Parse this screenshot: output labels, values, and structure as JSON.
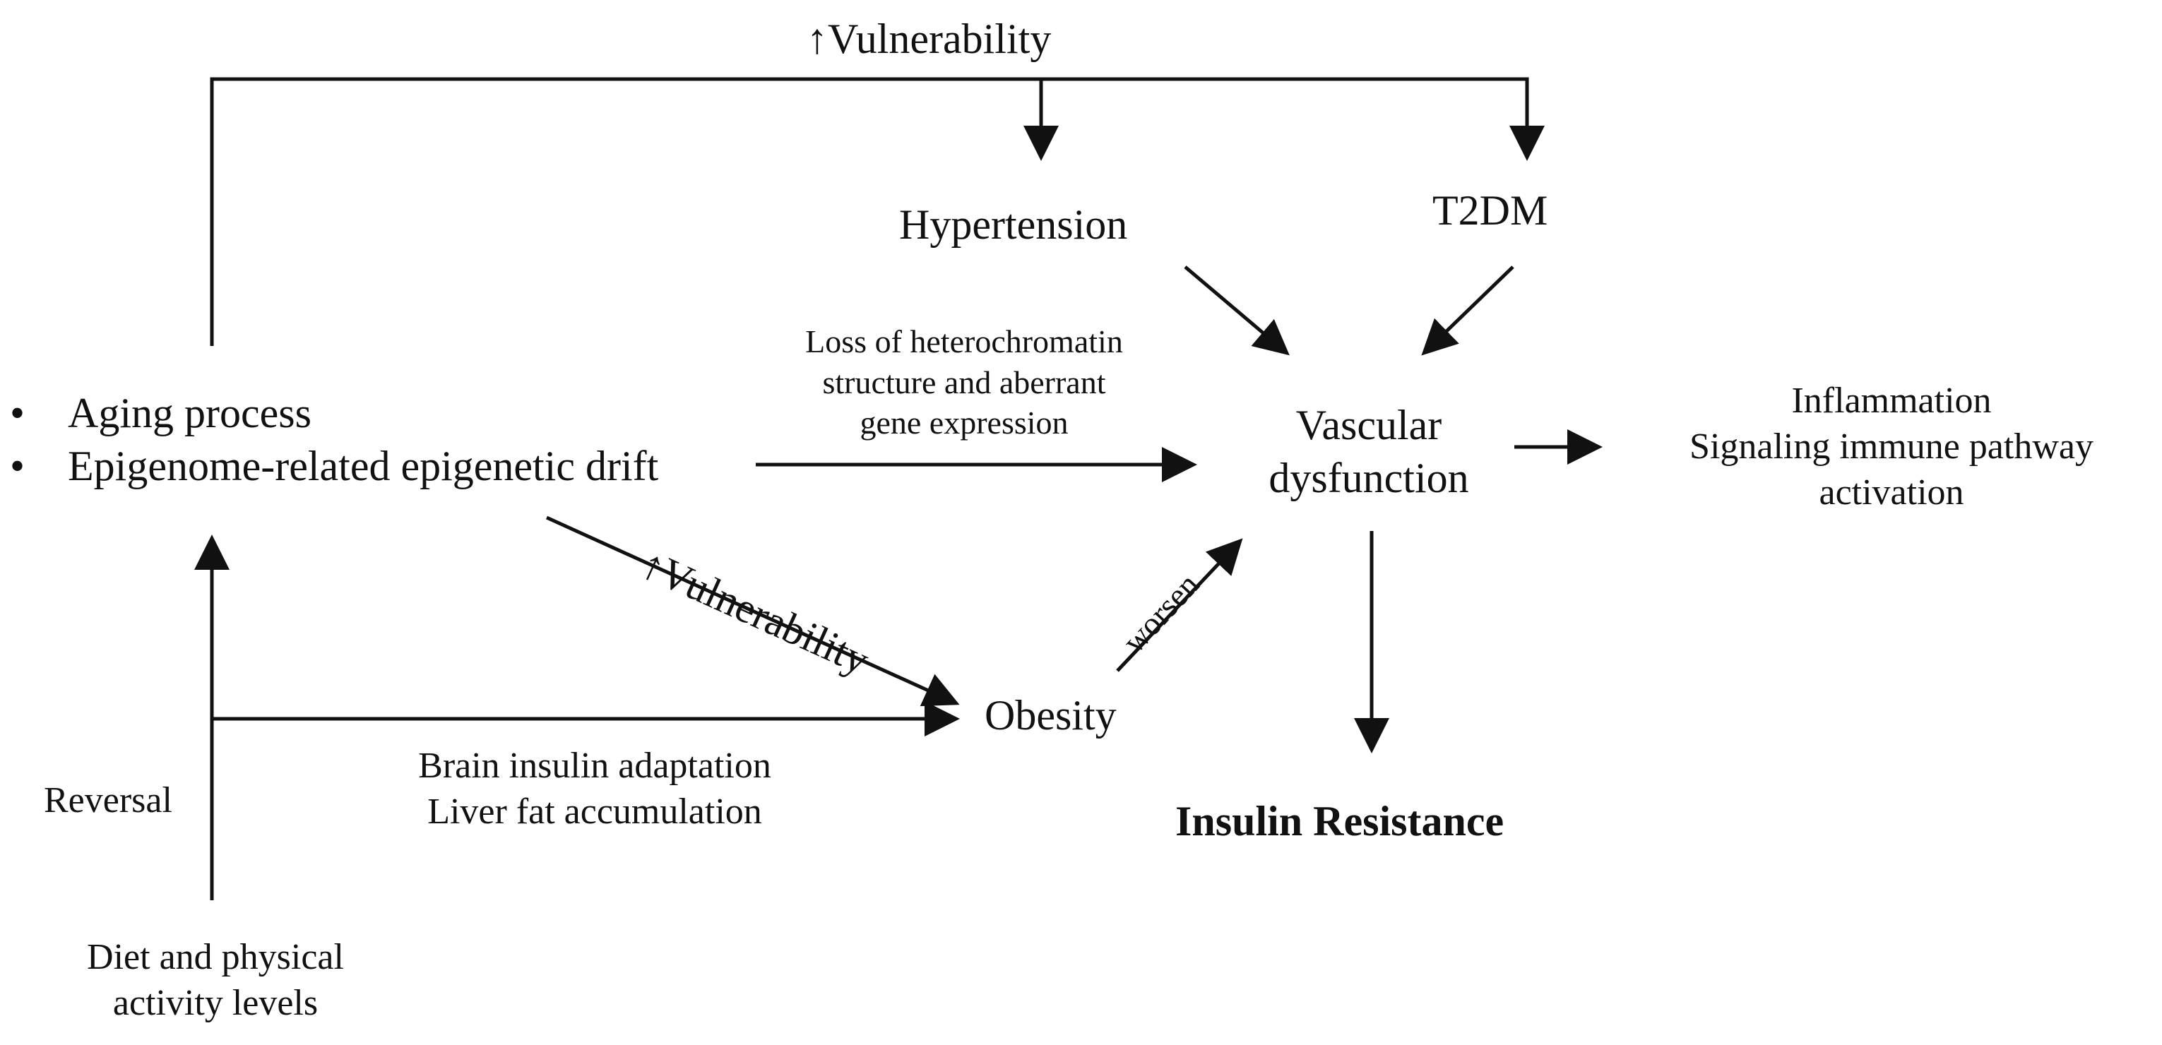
{
  "top_label": {
    "arrow_glyph": "↑",
    "text": "Vulnerability"
  },
  "nodes": {
    "hypertension": "Hypertension",
    "t2dm": "T2DM",
    "vascular": [
      "Vascular",
      "dysfunction"
    ],
    "inflammation": [
      "Inflammation",
      "Signaling immune pathway",
      "activation"
    ],
    "aging_bullets": [
      "Aging process",
      "Epigenome-related epigenetic drift"
    ],
    "obesity": "Obesity",
    "insulin_resistance": "Insulin Resistance",
    "diet": [
      "Diet and physical",
      "activity levels"
    ]
  },
  "edge_labels": {
    "heterochromatin": [
      "Loss of heterochromatin",
      "structure and aberrant",
      "gene expression"
    ],
    "vulnerability_diag": {
      "arrow_glyph": "↑",
      "text": "Vulnerability"
    },
    "worsen": "worsen",
    "brain_liver": [
      "Brain insulin adaptation",
      "Liver fat accumulation"
    ],
    "reversal": "Reversal"
  },
  "colors": {
    "line": "#111111",
    "text": "#111111",
    "background": "#ffffff"
  }
}
